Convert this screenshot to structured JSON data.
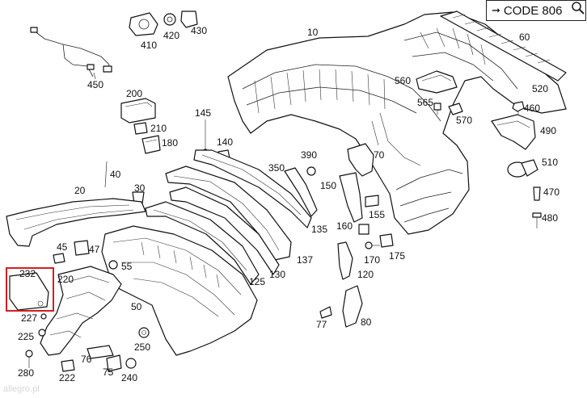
{
  "code_label": "CODE 806",
  "watermark": "allegro.pl",
  "part_numbers": {
    "p10": "10",
    "p20": "20",
    "p30": "30",
    "p40": "40",
    "p45": "45",
    "p47": "47",
    "p50": "50",
    "p55": "55",
    "p60": "60",
    "p70": "70",
    "p75": "75",
    "p76": "76",
    "p77": "77",
    "p80": "80",
    "p120": "120",
    "p125": "125",
    "p130": "130",
    "p135": "135",
    "p137": "137",
    "p140": "140",
    "p145": "145",
    "p150": "150",
    "p155": "155",
    "p160": "160",
    "p170": "170",
    "p175": "175",
    "p180": "180",
    "p200": "200",
    "p210": "210",
    "p220": "220",
    "p222": "222",
    "p225": "225",
    "p227": "227",
    "p232": "232",
    "p240": "240",
    "p250": "250",
    "p280": "280",
    "p350": "350",
    "p390": "390",
    "p410": "410",
    "p420": "420",
    "p430": "430",
    "p450": "450",
    "p460": "460",
    "p470": "470",
    "p480": "480",
    "p490": "490",
    "p510": "510",
    "p520": "520",
    "p560": "560",
    "p565": "565",
    "p570": "570"
  },
  "highlight_color": "#d21f1f"
}
